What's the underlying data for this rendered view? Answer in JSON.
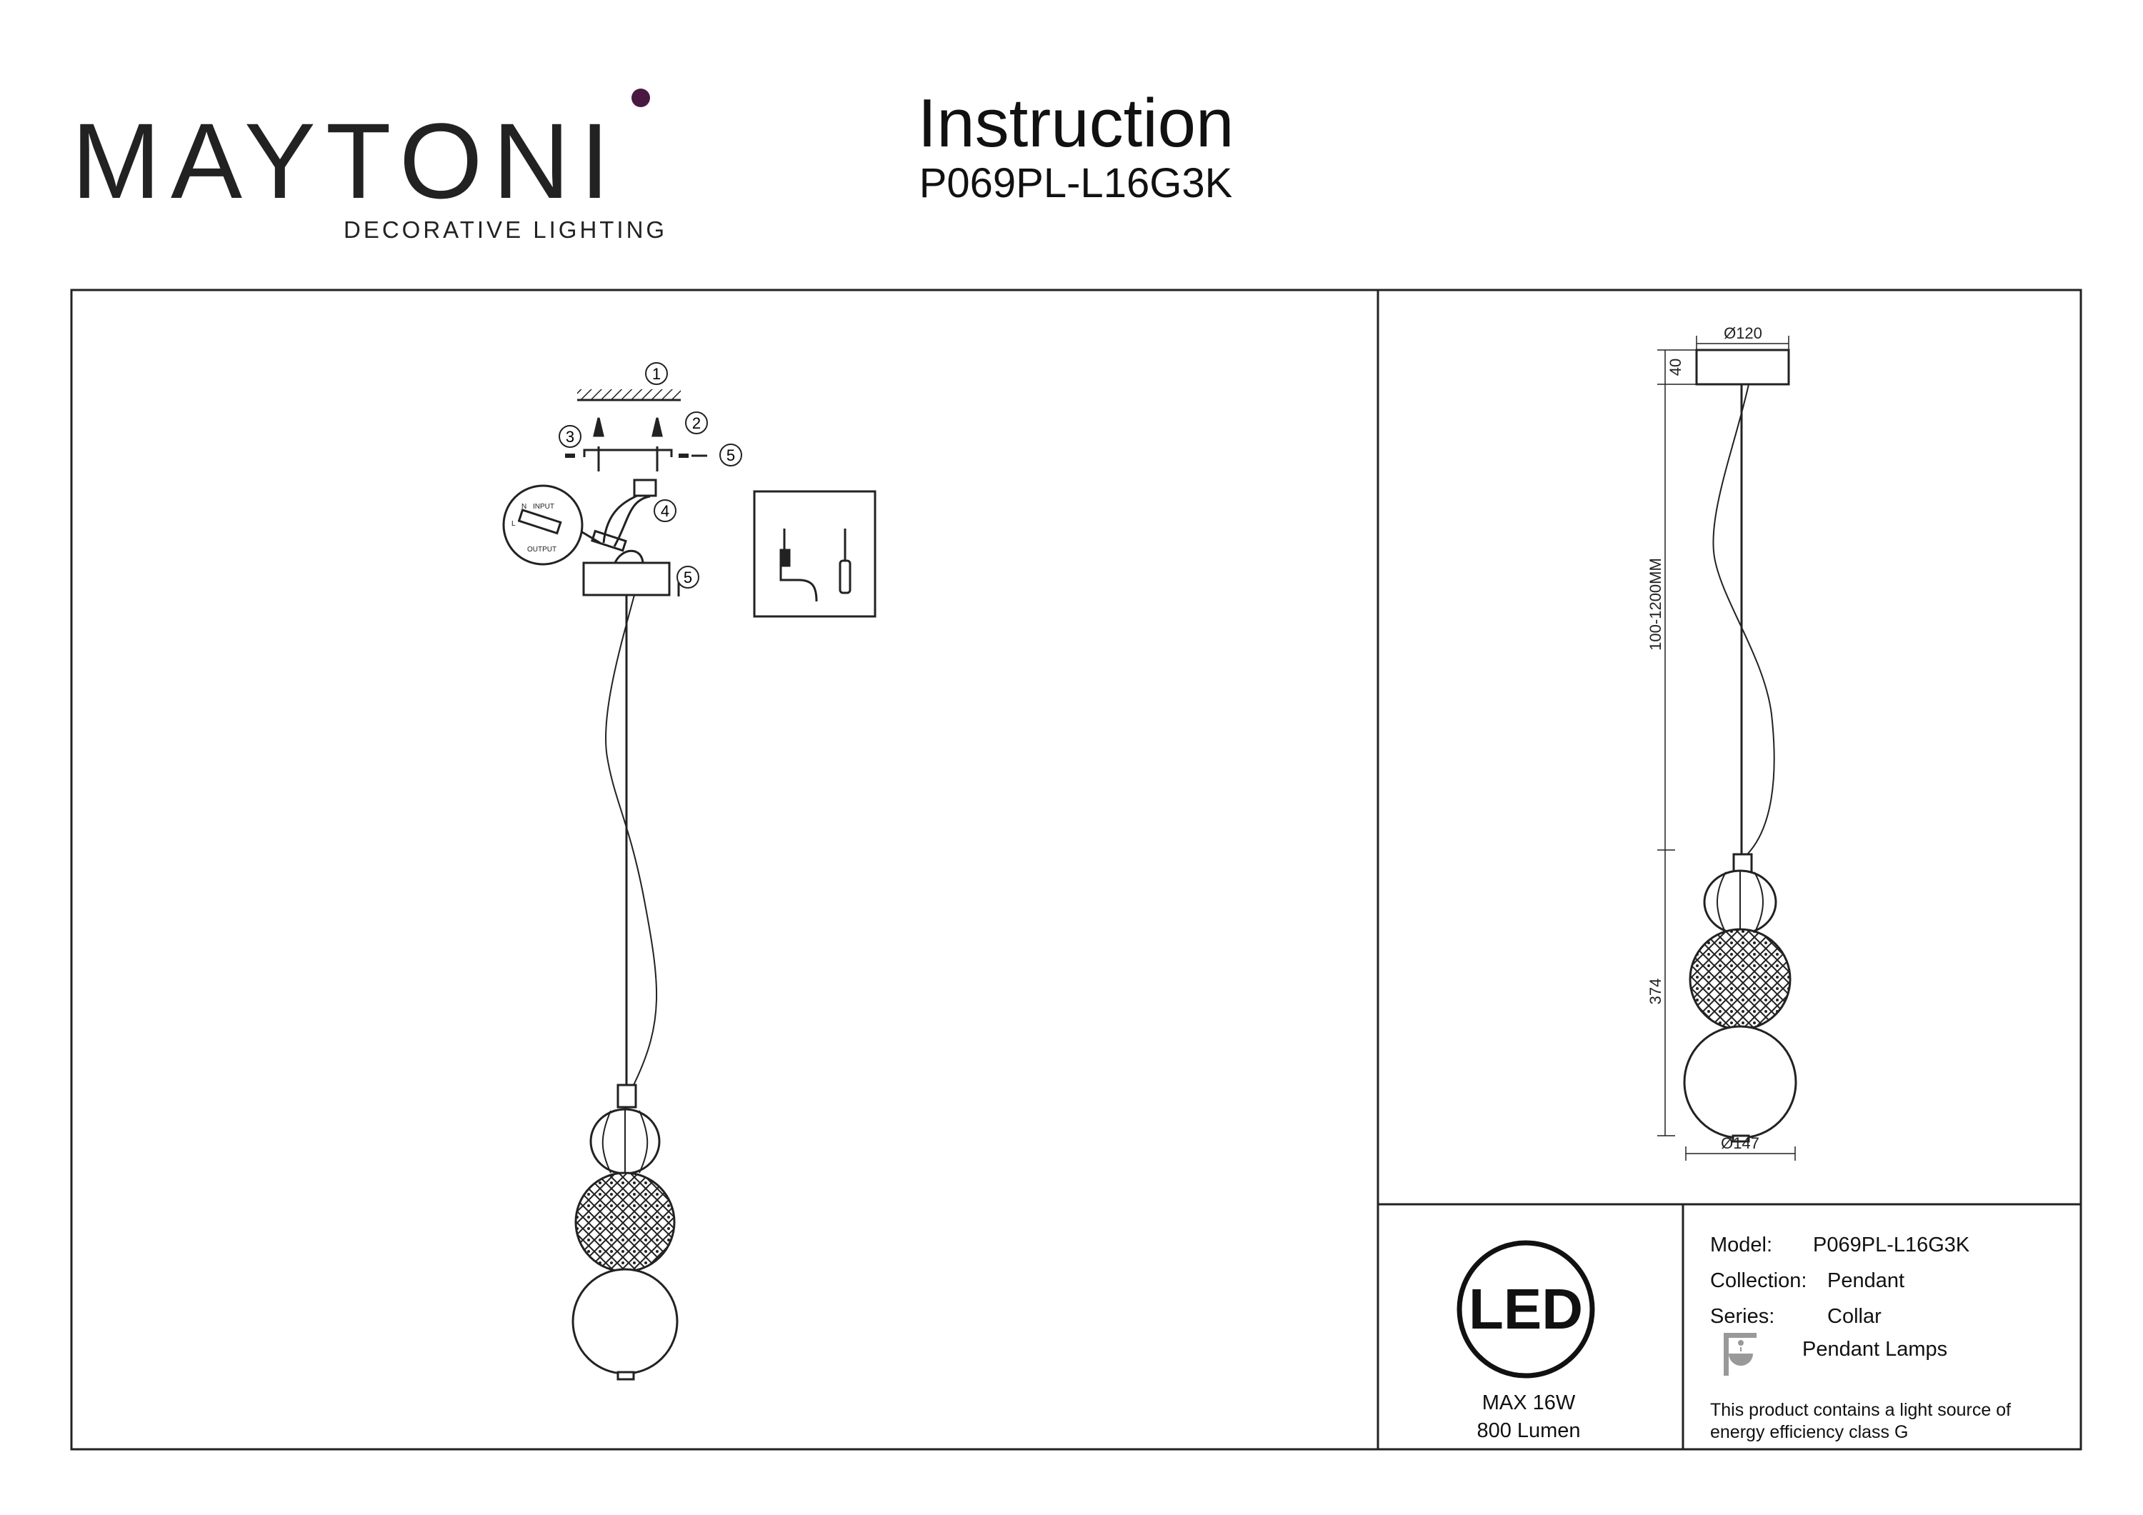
{
  "brand": {
    "name": "MAYTONI",
    "tagline": "DECORATIVE LIGHTING",
    "accent_color": "#4a1942"
  },
  "header": {
    "title": "Instruction",
    "model_code": "P069PL-L16G3K"
  },
  "assembly": {
    "callouts": [
      "1",
      "2",
      "3",
      "5",
      "4",
      "5"
    ],
    "driver_labels": {
      "input": "INPUT",
      "output": "OUTPUT",
      "l": "L",
      "n": "N"
    }
  },
  "dimensions": {
    "canopy_diameter": "Ø120",
    "canopy_height": "40",
    "cable_length": "100-1200MM",
    "body_height": "374",
    "shade_diameter": "Ø147"
  },
  "led": {
    "logo": "LED",
    "power": "MAX 16W",
    "lumen": "800 Lumen"
  },
  "specs": {
    "model_label": "Model:",
    "model_value": "P069PL-L16G3K",
    "collection_label": "Collection:",
    "collection_value": "Pendant",
    "series_label": "Series:",
    "series_value": "Collar",
    "category": "Pendant Lamps",
    "energy_note_1": "This product contains a light source of",
    "energy_note_2": "energy efficiency class G"
  }
}
